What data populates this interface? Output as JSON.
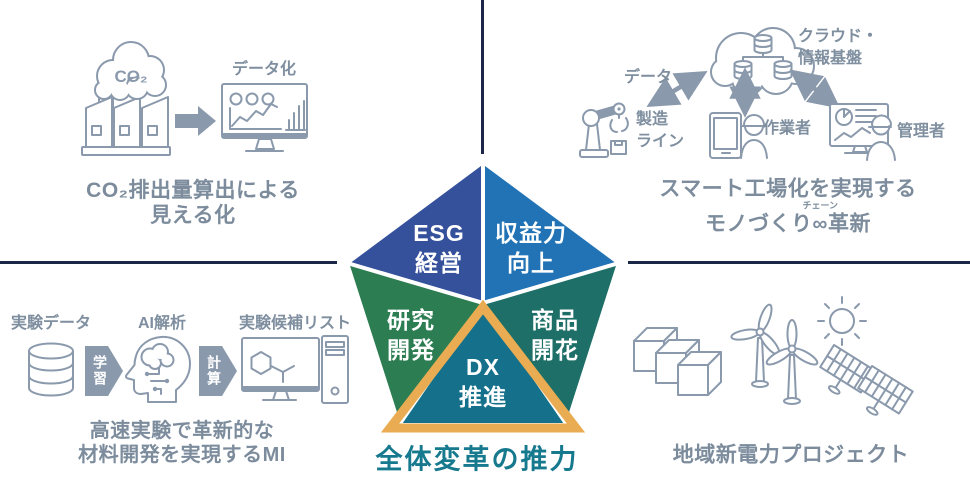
{
  "pentagon": {
    "segments": [
      {
        "id": "esg",
        "line1": "ESG",
        "line2": "経営",
        "color": "#35519c"
      },
      {
        "id": "profit",
        "line1": "収益力",
        "line2": "向上",
        "color": "#2173b5"
      },
      {
        "id": "rnd",
        "line1": "研究",
        "line2": "開発",
        "color": "#2c7d52"
      },
      {
        "id": "product",
        "line1": "商品",
        "line2": "開花",
        "color": "#1e6f67"
      },
      {
        "id": "dx",
        "line1": "DX",
        "line2": "推進",
        "color": "#14708b"
      }
    ],
    "triangle_color": "#eaac52",
    "caption": "全体変革の推力",
    "caption_color": "#17798e"
  },
  "quadrants": {
    "co2": {
      "cloud_label": "CO₂",
      "monitor_label": "データ化",
      "caption_line1": "CO₂排出量算出による",
      "caption_line2": "見える化"
    },
    "smart_factory": {
      "data_label": "データ",
      "cloud_label_line1": "クラウド・",
      "cloud_label_line2": "情報基盤",
      "robot_label_line1": "製造",
      "robot_label_line2": "ライン",
      "worker_label": "作業者",
      "manager_label": "管理者",
      "caption_line1": "スマート工場化を実現する",
      "caption_line2_prefix": "モノづくり",
      "caption_ruby": "チェーン",
      "caption_infinity": "∞",
      "caption_line2_suffix": "革新"
    },
    "mi": {
      "db_label": "実験データ",
      "ai_label": "AI解析",
      "list_label": "実験候補リスト",
      "arrow1_label": "学習",
      "arrow2_label": "計算",
      "caption_line1": "高速実験で革新的な",
      "caption_line2": "材料開発を実現するMI"
    },
    "energy": {
      "caption": "地域新電力プロジェクト"
    }
  },
  "colors": {
    "divider": "#1a2747",
    "icon_stroke": "#8a99ac",
    "label_text": "#7c8c9c"
  }
}
